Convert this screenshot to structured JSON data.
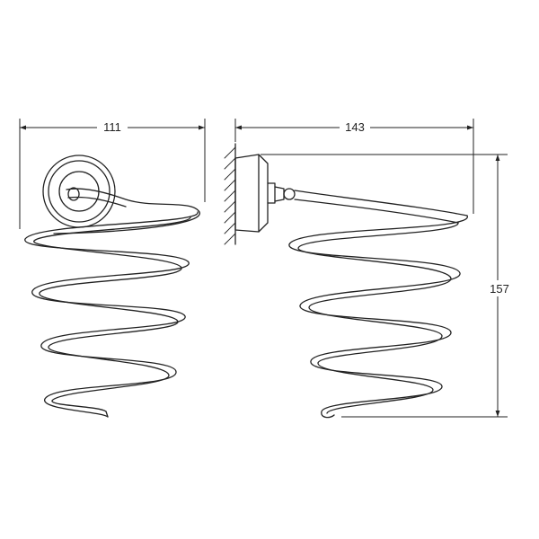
{
  "dimensions": {
    "front_width": "111",
    "side_depth": "143",
    "height": "157"
  },
  "colors": {
    "line": "#222222",
    "background": "#ffffff"
  }
}
